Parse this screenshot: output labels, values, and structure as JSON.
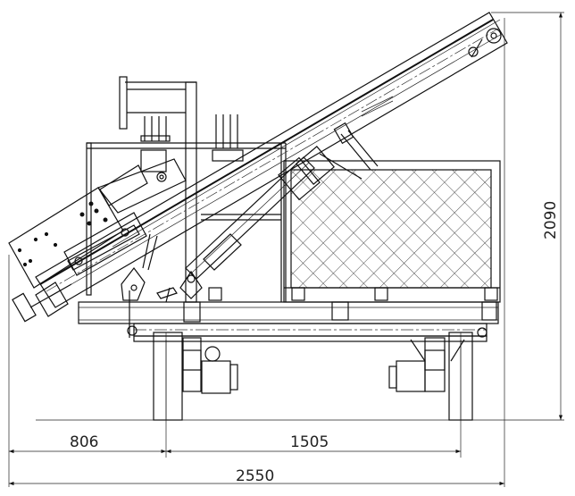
{
  "dimensions": {
    "front_overhang": "806",
    "wheelbase": "1505",
    "overall_length": "2550",
    "overall_height": "2090"
  }
}
